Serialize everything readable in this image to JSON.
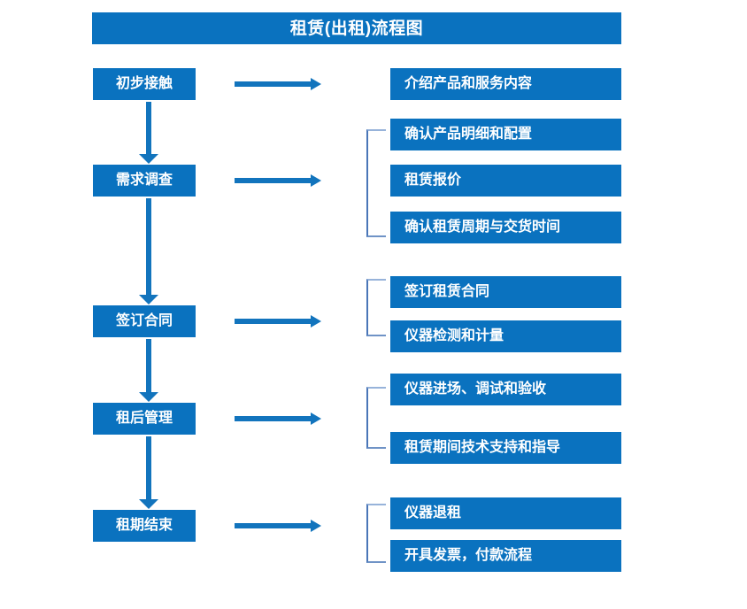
{
  "diagram": {
    "title": "租赁(出租)流程图",
    "colors": {
      "box_fill": "#0a72bf",
      "box_text": "#ffffff",
      "arrow": "#1274bd",
      "bracket": "#4a76b8",
      "background": "#ffffff"
    },
    "stages": [
      {
        "id": "stage-1",
        "label": "初步接触"
      },
      {
        "id": "stage-2",
        "label": "需求调查"
      },
      {
        "id": "stage-3",
        "label": "签订合同"
      },
      {
        "id": "stage-4",
        "label": "租后管理"
      },
      {
        "id": "stage-5",
        "label": "租期结束"
      }
    ],
    "details": [
      {
        "id": "detail-1-1",
        "label": "介绍产品和服务内容"
      },
      {
        "id": "detail-2-1",
        "label": "确认产品明细和配置"
      },
      {
        "id": "detail-2-2",
        "label": "租赁报价"
      },
      {
        "id": "detail-2-3",
        "label": "确认租赁周期与交货时间"
      },
      {
        "id": "detail-3-1",
        "label": "签订租赁合同"
      },
      {
        "id": "detail-3-2",
        "label": "仪器检测和计量"
      },
      {
        "id": "detail-4-1",
        "label": "仪器进场、调试和验收"
      },
      {
        "id": "detail-4-2",
        "label": "租赁期间技术支持和指导"
      },
      {
        "id": "detail-5-1",
        "label": "仪器退租"
      },
      {
        "id": "detail-5-2",
        "label": "开具发票，付款流程"
      }
    ],
    "connectors": {
      "vertical_arrow_icon": "arrow-down-icon",
      "horizontal_arrow_icon": "arrow-right-icon",
      "bracket_icon": "group-bracket-icon"
    }
  }
}
